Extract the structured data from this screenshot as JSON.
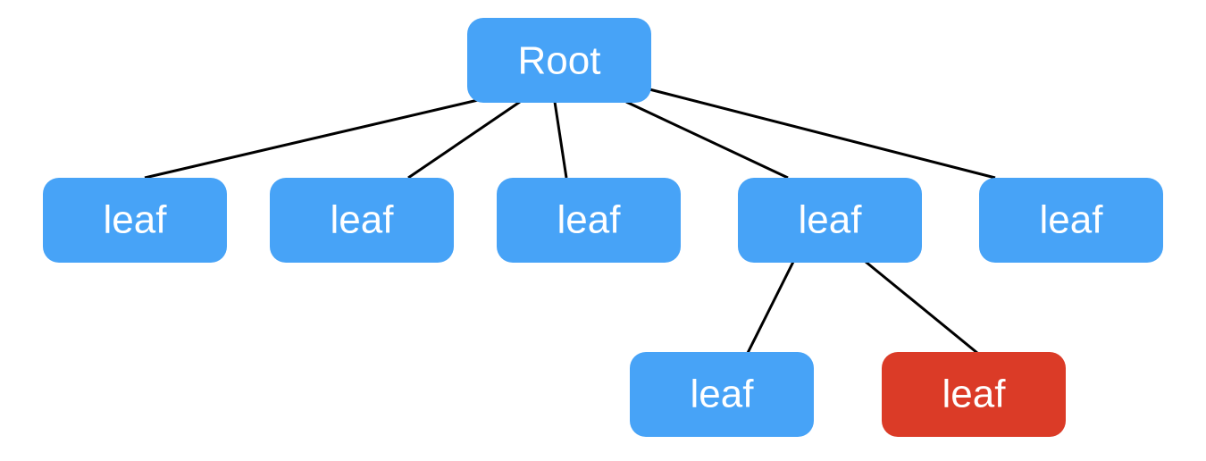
{
  "diagram": {
    "nodes": [
      {
        "id": "root",
        "label": "Root",
        "color": "#47a3f7",
        "highlighted": false
      },
      {
        "id": "leaf-1",
        "label": "leaf",
        "color": "#47a3f7",
        "highlighted": false
      },
      {
        "id": "leaf-2",
        "label": "leaf",
        "color": "#47a3f7",
        "highlighted": false
      },
      {
        "id": "leaf-3",
        "label": "leaf",
        "color": "#47a3f7",
        "highlighted": false
      },
      {
        "id": "leaf-4",
        "label": "leaf",
        "color": "#47a3f7",
        "highlighted": false
      },
      {
        "id": "leaf-5",
        "label": "leaf",
        "color": "#47a3f7",
        "highlighted": false
      },
      {
        "id": "leaf-6",
        "label": "leaf",
        "color": "#47a3f7",
        "highlighted": false
      },
      {
        "id": "leaf-7",
        "label": "leaf",
        "color": "#db3b27",
        "highlighted": true
      }
    ],
    "edges": [
      {
        "from": "root",
        "to": "leaf-1"
      },
      {
        "from": "root",
        "to": "leaf-2"
      },
      {
        "from": "root",
        "to": "leaf-3"
      },
      {
        "from": "root",
        "to": "leaf-4"
      },
      {
        "from": "root",
        "to": "leaf-5"
      },
      {
        "from": "leaf-4",
        "to": "leaf-6"
      },
      {
        "from": "leaf-4",
        "to": "leaf-7"
      }
    ],
    "edge_color": "#000000",
    "label_color": "#ffffff"
  }
}
